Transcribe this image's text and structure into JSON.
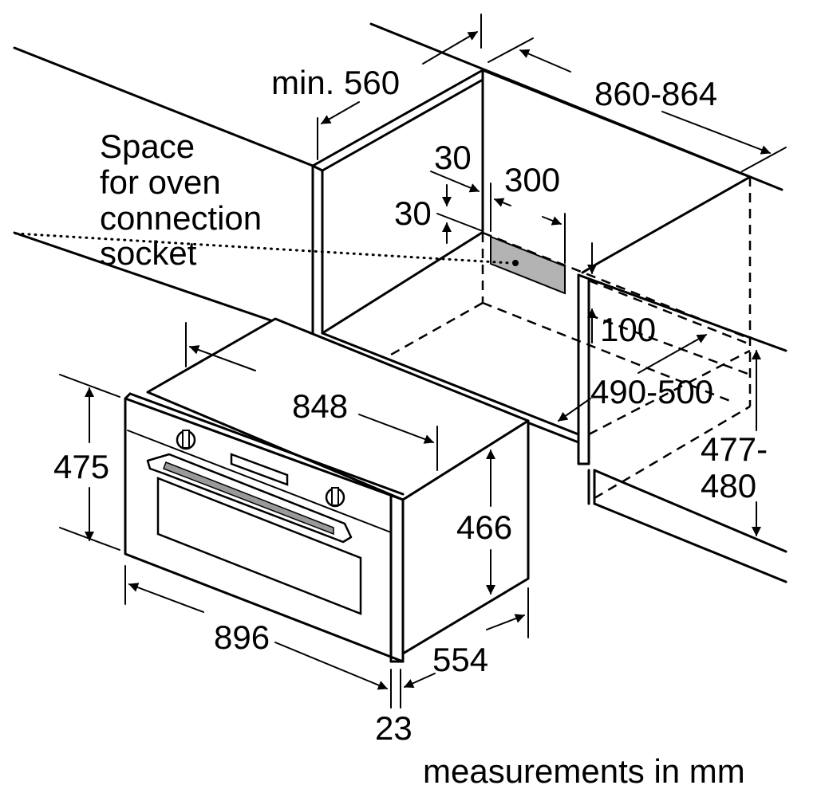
{
  "labels": {
    "min_depth": "min. 560",
    "niche_width": "860-864",
    "socket_line1": "Space",
    "socket_line2": "for oven",
    "socket_line3": "connection",
    "socket_line4": "socket",
    "socket_offset_top": "30",
    "socket_width": "300",
    "socket_offset_side": "30",
    "vent_height": "100",
    "niche_depth": "490-500",
    "niche_height_line1": "477-",
    "niche_height_line2": "480",
    "oven_width_body": "848",
    "oven_height_front": "475",
    "oven_height_body": "466",
    "oven_width_front": "896",
    "oven_depth": "554",
    "front_panel": "23",
    "units_note": "measurements in mm"
  },
  "colors": {
    "line": "#000000",
    "socket_fill": "#b3b3b3",
    "handle_fill": "#9a9a9a",
    "background": "#ffffff"
  }
}
